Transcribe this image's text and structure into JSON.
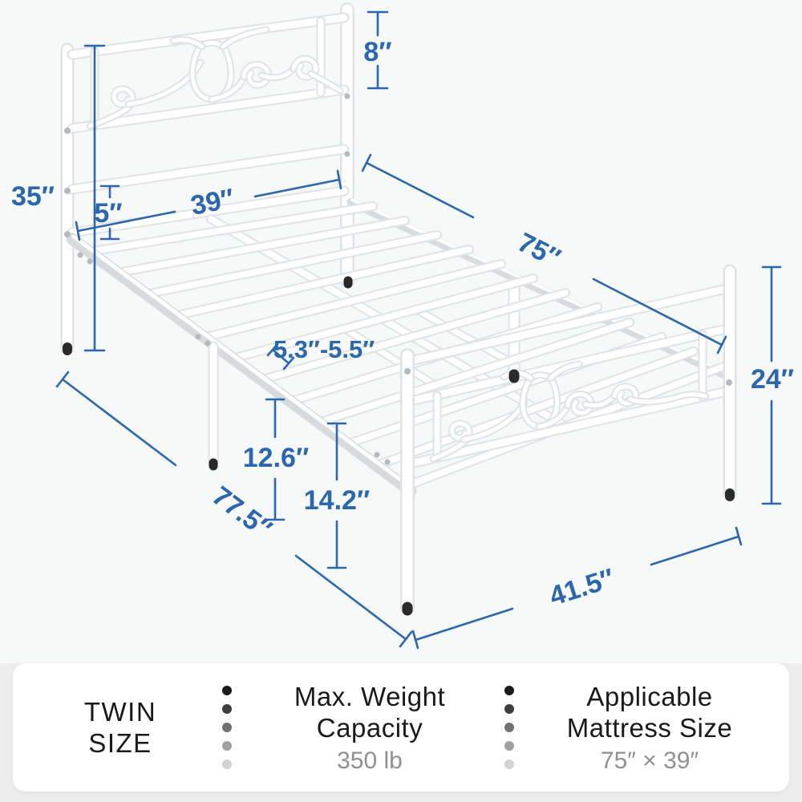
{
  "diagram": {
    "dimensions": {
      "ornament_panel_height": "8″",
      "headboard_height": "35″",
      "rail_gap": "5″",
      "mattress_width": "39″",
      "mattress_length": "75″",
      "slat_spacing": "5.3″-5.5″",
      "under_bed_clearance": "12.6″",
      "platform_height": "14.2″",
      "overall_length": "77.5″",
      "footboard_height": "24″",
      "overall_width": "41.5″"
    }
  },
  "info_bar": {
    "size": {
      "line1": "TWIN",
      "line2": "SIZE"
    },
    "weight": {
      "line1": "Max. Weight",
      "line2": "Capacity",
      "value": "350 lb"
    },
    "mattress": {
      "line1": "Applicable",
      "line2": "Mattress Size",
      "value": "75″ × 39″"
    }
  },
  "colors": {
    "dimension_blue": "#2a67ad",
    "text_dark": "#1a1a1a",
    "text_gray": "#8f9092",
    "frame_outline": "#dfe3e7"
  }
}
